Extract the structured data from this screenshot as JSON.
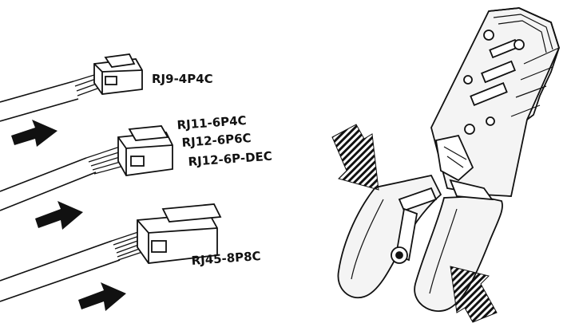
{
  "connectors": [
    {
      "id": "rj9",
      "label": "RJ9-4P4C"
    },
    {
      "id": "rj11",
      "lines": [
        "RJ11-6P4C",
        "RJ12-6P6C",
        "RJ12-6P-DEC"
      ]
    },
    {
      "id": "rj45",
      "label": "RJ45-8P8C"
    }
  ],
  "colors": {
    "ink": "#111111",
    "background": "#ffffff",
    "tool_fill": "#f4f4f4"
  },
  "icons": [
    "insert-arrow-icon",
    "squeeze-arrow-icon"
  ]
}
